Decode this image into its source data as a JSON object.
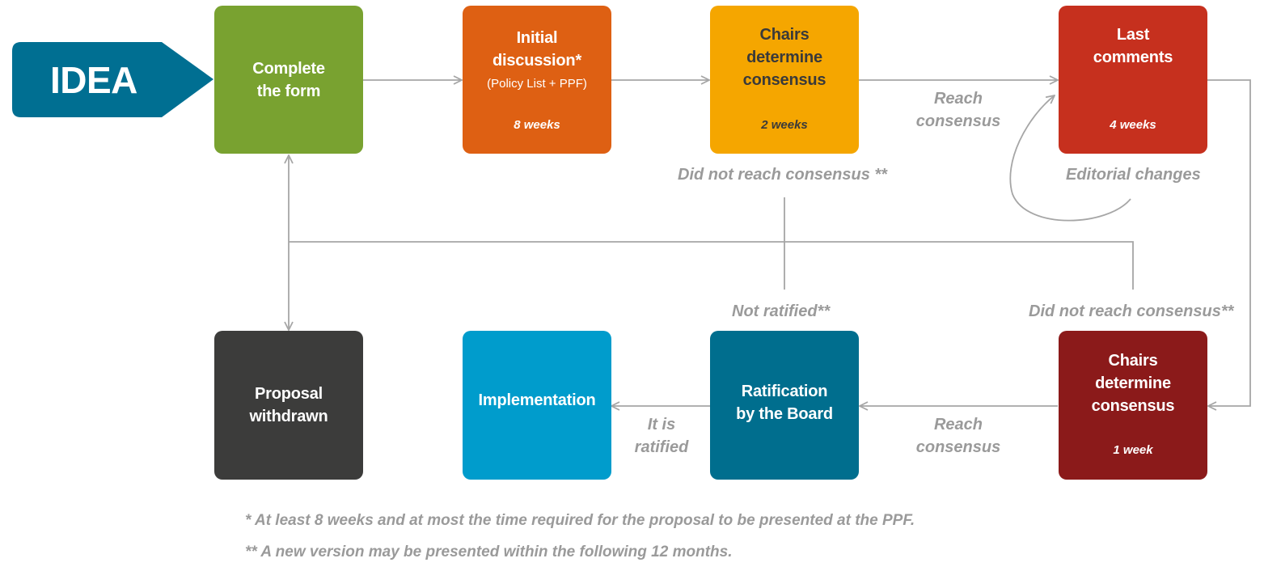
{
  "start": {
    "label": "IDEA",
    "color": "#006f92"
  },
  "steps": {
    "complete_form": {
      "title": "Complete the form",
      "color": "#79a230"
    },
    "initial_discussion": {
      "title": "Initial discussion*",
      "detail": "(Policy List + PPF)",
      "duration": "8 weeks",
      "color": "#de6013"
    },
    "chairs_consensus_1": {
      "title": "Chairs determine consensus",
      "duration": "2 weeks",
      "color": "#f5a600"
    },
    "last_comments": {
      "title": "Last comments",
      "duration": "4 weeks",
      "color": "#c6301e"
    },
    "chairs_consensus_2": {
      "title": "Chairs determine consensus",
      "duration": "1 week",
      "color": "#8b1a1a"
    },
    "ratification": {
      "title": "Ratification by the Board",
      "color": "#006e8e"
    },
    "implementation": {
      "title": "Implementation",
      "color": "#009ccc"
    },
    "withdrawn": {
      "title": "Proposal withdrawn",
      "color": "#3c3c3b"
    }
  },
  "edge_labels": {
    "reach_consensus_top": "Reach consensus",
    "did_not_reach_1": "Did not reach consensus **",
    "editorial_changes": "Editorial changes",
    "not_ratified": "Not ratified**",
    "did_not_reach_2": "Did not reach consensus**",
    "reach_consensus_bottom": "Reach consensus",
    "it_is_ratified": "It is ratified"
  },
  "footnotes": {
    "note1": "* At least 8 weeks and at most the time required for the proposal to be presented at the PPF.",
    "note2": "** A new version may be presented within the following 12 months."
  },
  "line_color": "#a6a6a6"
}
